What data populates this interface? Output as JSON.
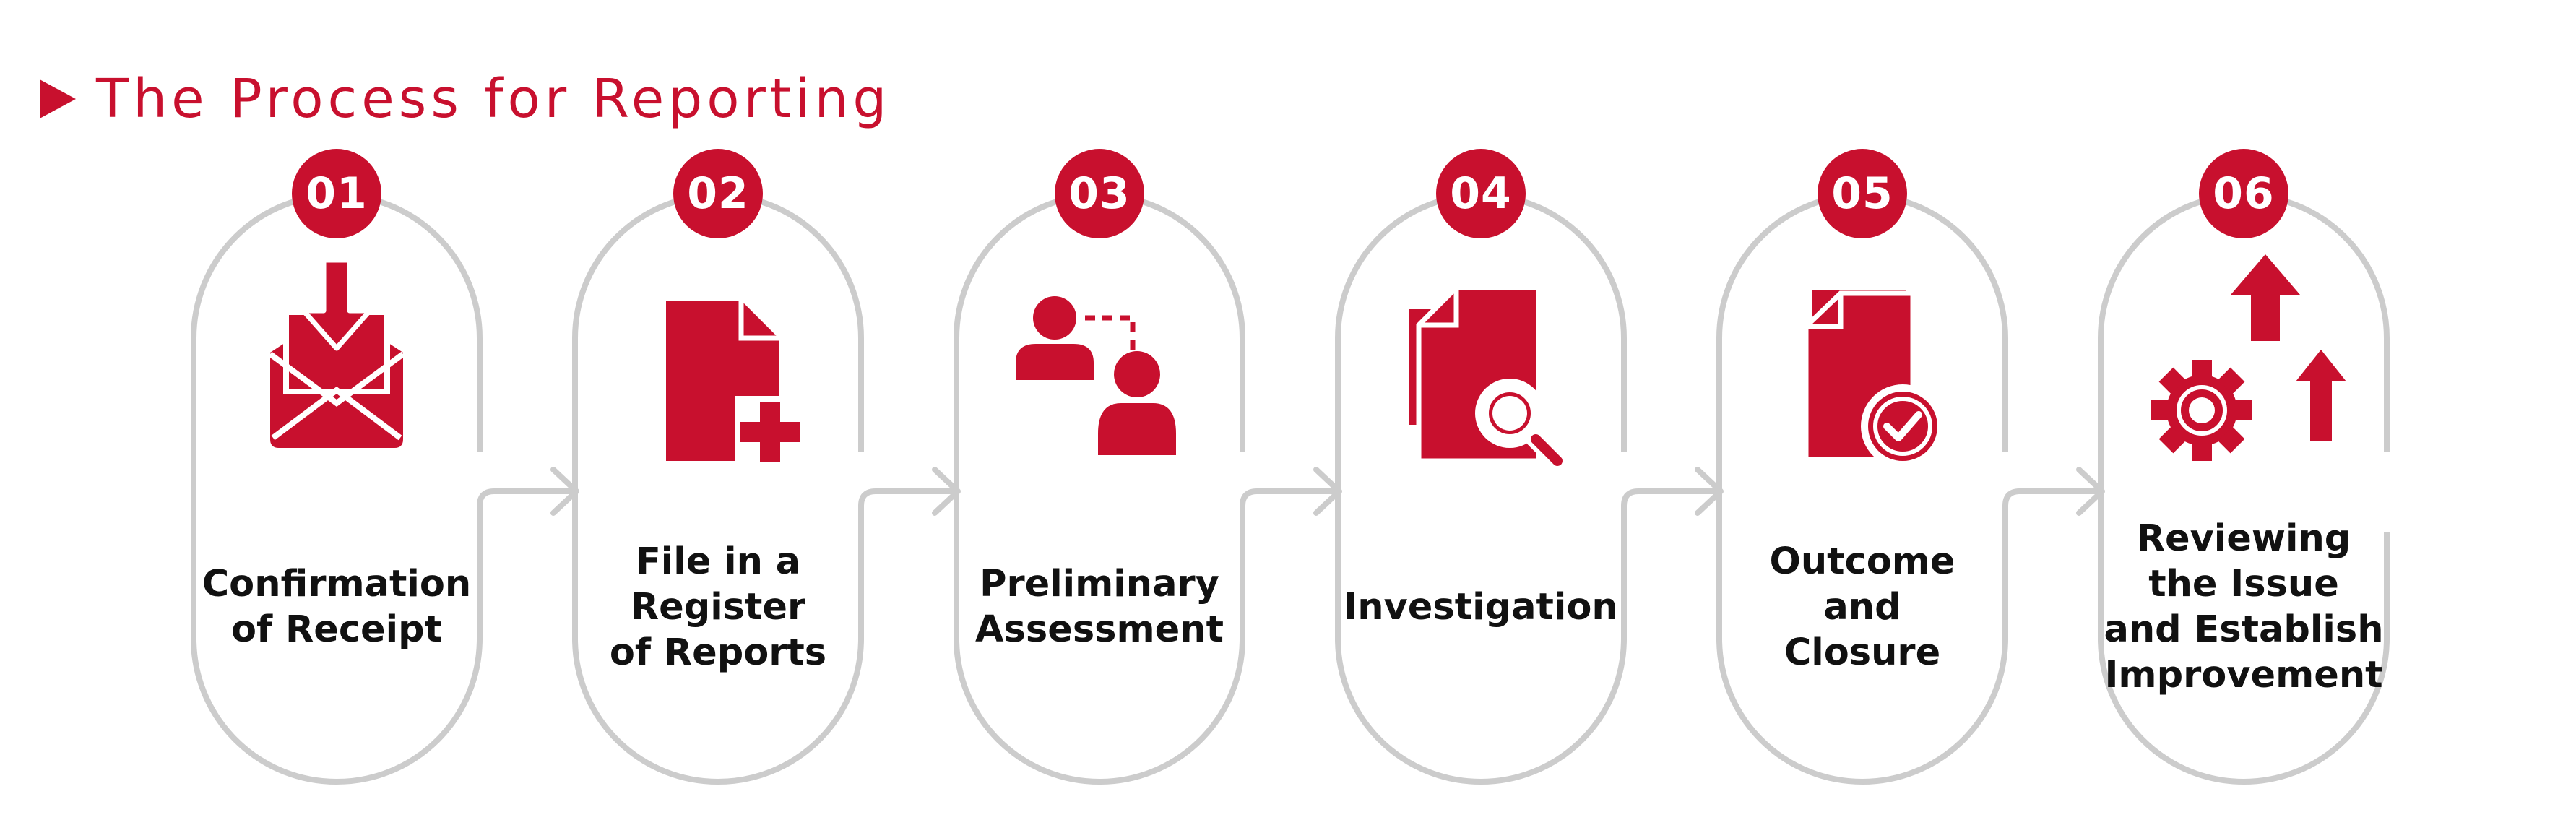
{
  "title": "The Process for Reporting",
  "colors": {
    "accent": "#c8102e",
    "outline": "#cccccc",
    "text": "#111111"
  },
  "steps": [
    {
      "number": "01",
      "label": "Confirmation\nof Receipt",
      "icon": "envelope-download-icon"
    },
    {
      "number": "02",
      "label": "File in a\nRegister\nof Reports",
      "icon": "file-add-icon"
    },
    {
      "number": "03",
      "label": "Preliminary\nAssessment",
      "icon": "people-connection-icon"
    },
    {
      "number": "04",
      "label": "Investigation",
      "icon": "document-search-icon"
    },
    {
      "number": "05",
      "label": "Outcome\nand\nClosure",
      "icon": "document-check-icon"
    },
    {
      "number": "06",
      "label": "Reviewing\nthe Issue\nand Establish\nImprovement",
      "icon": "gear-growth-arrows-icon"
    }
  ]
}
